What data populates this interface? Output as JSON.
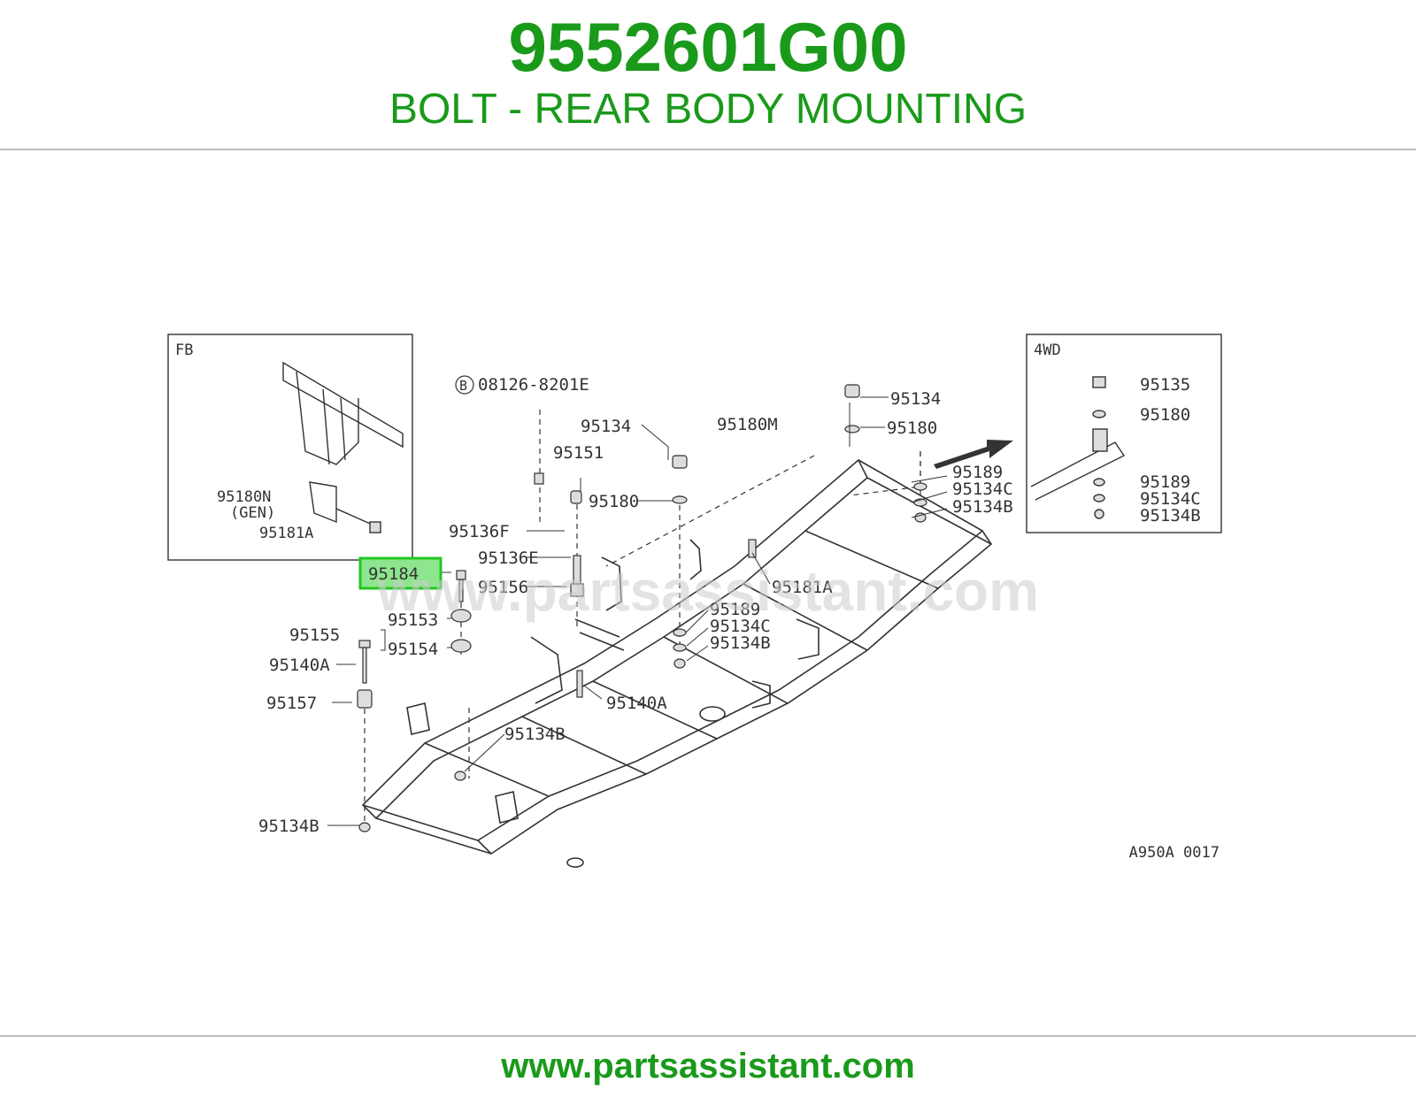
{
  "header": {
    "part_number": "9552601G00",
    "part_name": "BOLT - REAR BODY MOUNTING"
  },
  "diagram": {
    "figure_code": "A950A 0017",
    "watermark": "www.partsassistant.com",
    "highlighted_part": "95184",
    "inset_fb": {
      "title": "FB",
      "labels": [
        "95180N",
        "(GEN)",
        "95181A"
      ]
    },
    "inset_4wd": {
      "title": "4WD",
      "labels": [
        "95135",
        "95180",
        "95189",
        "95134C",
        "95134B"
      ]
    },
    "callouts": {
      "bolt_ref": "08126-8201E",
      "bolt_ref_marker": "B",
      "p95134_top": "95134",
      "p95180m": "95180M",
      "p95134_right": "95134",
      "p95180_right": "95180",
      "p95189_right": "95189",
      "p95134c_right": "95134C",
      "p95134b_right": "95134B",
      "p95151": "95151",
      "p95180_mid": "95180",
      "p95136f": "95136F",
      "p95136e": "95136E",
      "p95184": "95184",
      "p95156": "95156",
      "p95153": "95153",
      "p95155": "95155",
      "p95154": "95154",
      "p95140a_left": "95140A",
      "p95157": "95157",
      "p95181a_mid": "95181A",
      "p95189_mid": "95189",
      "p95134c_mid": "95134C",
      "p95134b_mid": "95134B",
      "p95140a_mid": "95140A",
      "p95134b_lower": "95134B",
      "p95134b_bottom": "95134B"
    }
  },
  "footer": {
    "url": "www.partsassistant.com"
  },
  "colors": {
    "brand_green": "#1a9a1a",
    "highlight_green": "#22c722",
    "highlight_fill": "#8ee58e",
    "line": "#333333"
  }
}
